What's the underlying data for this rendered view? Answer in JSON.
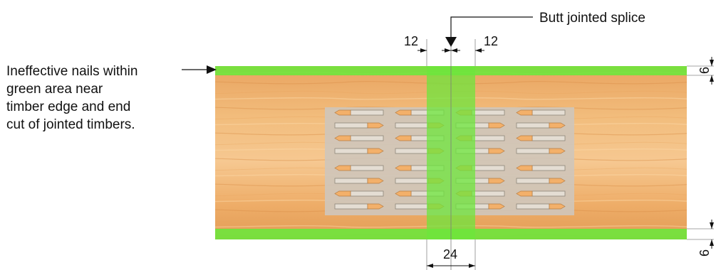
{
  "callout": {
    "lines": [
      "Ineffective nails within",
      "green area near",
      "timber edge and end",
      "cut of jointed timbers."
    ]
  },
  "splice_label": "Butt jointed splice",
  "dimensions": {
    "gap_left": "12",
    "gap_right": "12",
    "edge_top": "6",
    "edge_bottom": "6",
    "splice_width": "24"
  },
  "colors": {
    "timber": "#e9a860",
    "ineffective_zone": "#6ee63c",
    "plate": "#c9bfb2"
  }
}
